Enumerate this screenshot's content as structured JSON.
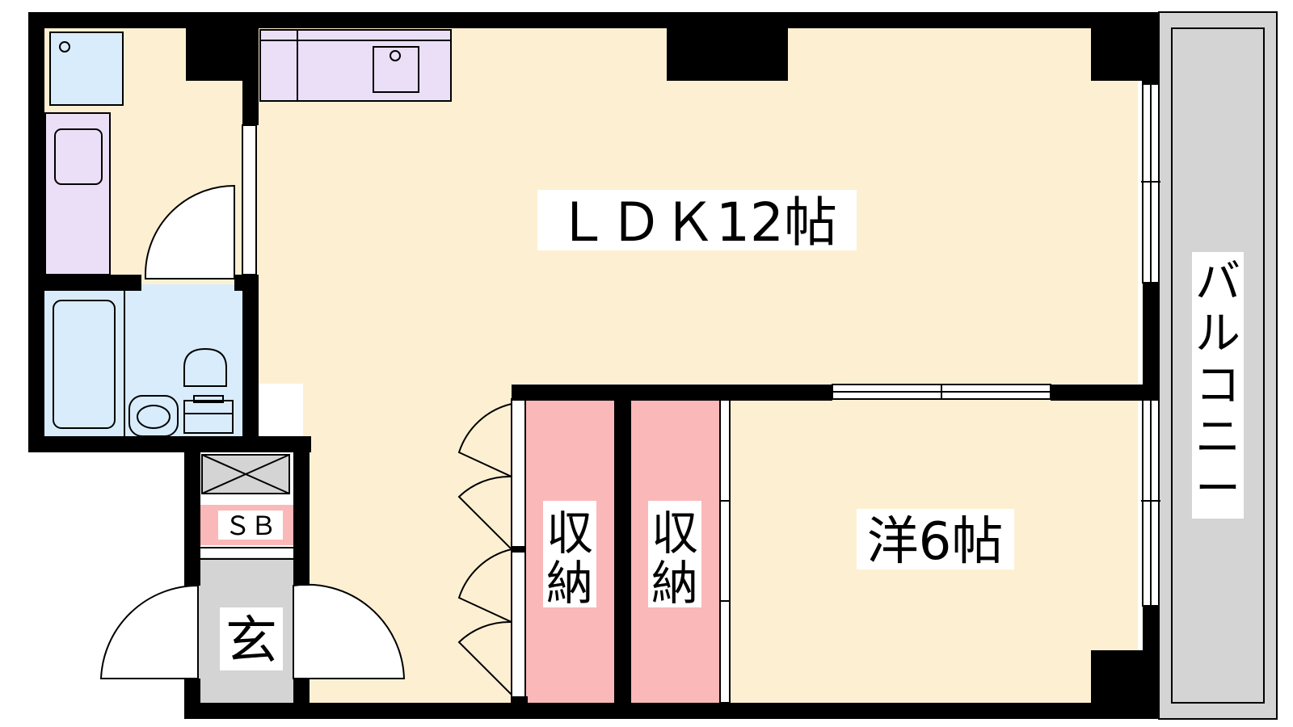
{
  "labels": {
    "ldk": "ＬＤＫ12帖",
    "western_room": "洋6帖",
    "storage_1_top": "収",
    "storage_1_bottom": "納",
    "storage_2_top": "収",
    "storage_2_bottom": "納",
    "shoe_box": "ＳＢ",
    "entrance": "玄",
    "balcony_chars": [
      "バ",
      "ル",
      "コ",
      "ニ",
      "ー"
    ]
  },
  "colors": {
    "floor": "#fdf0d2",
    "wet_area": "#d9ecfb",
    "kitchen_counter": "#eadff6",
    "storage": "#fbb8b8",
    "balcony": "#d4d4d4",
    "entrance_floor": "#d4d4d4",
    "wall": "#000000"
  }
}
